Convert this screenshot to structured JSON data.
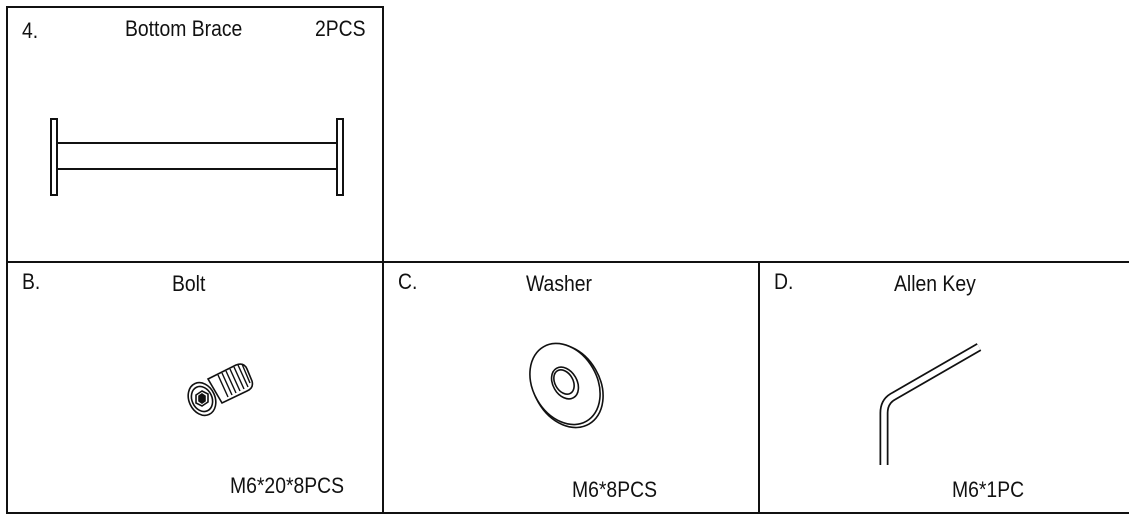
{
  "parts": [
    {
      "id": "4.",
      "name": "Bottom Brace",
      "qty": "2PCS"
    },
    {
      "id": "B.",
      "name": "Bolt",
      "qty": "M6*20*8PCS"
    },
    {
      "id": "C.",
      "name": "Washer",
      "qty": "M6*8PCS"
    },
    {
      "id": "D.",
      "name": "Allen Key",
      "qty": "M6*1PC"
    }
  ]
}
